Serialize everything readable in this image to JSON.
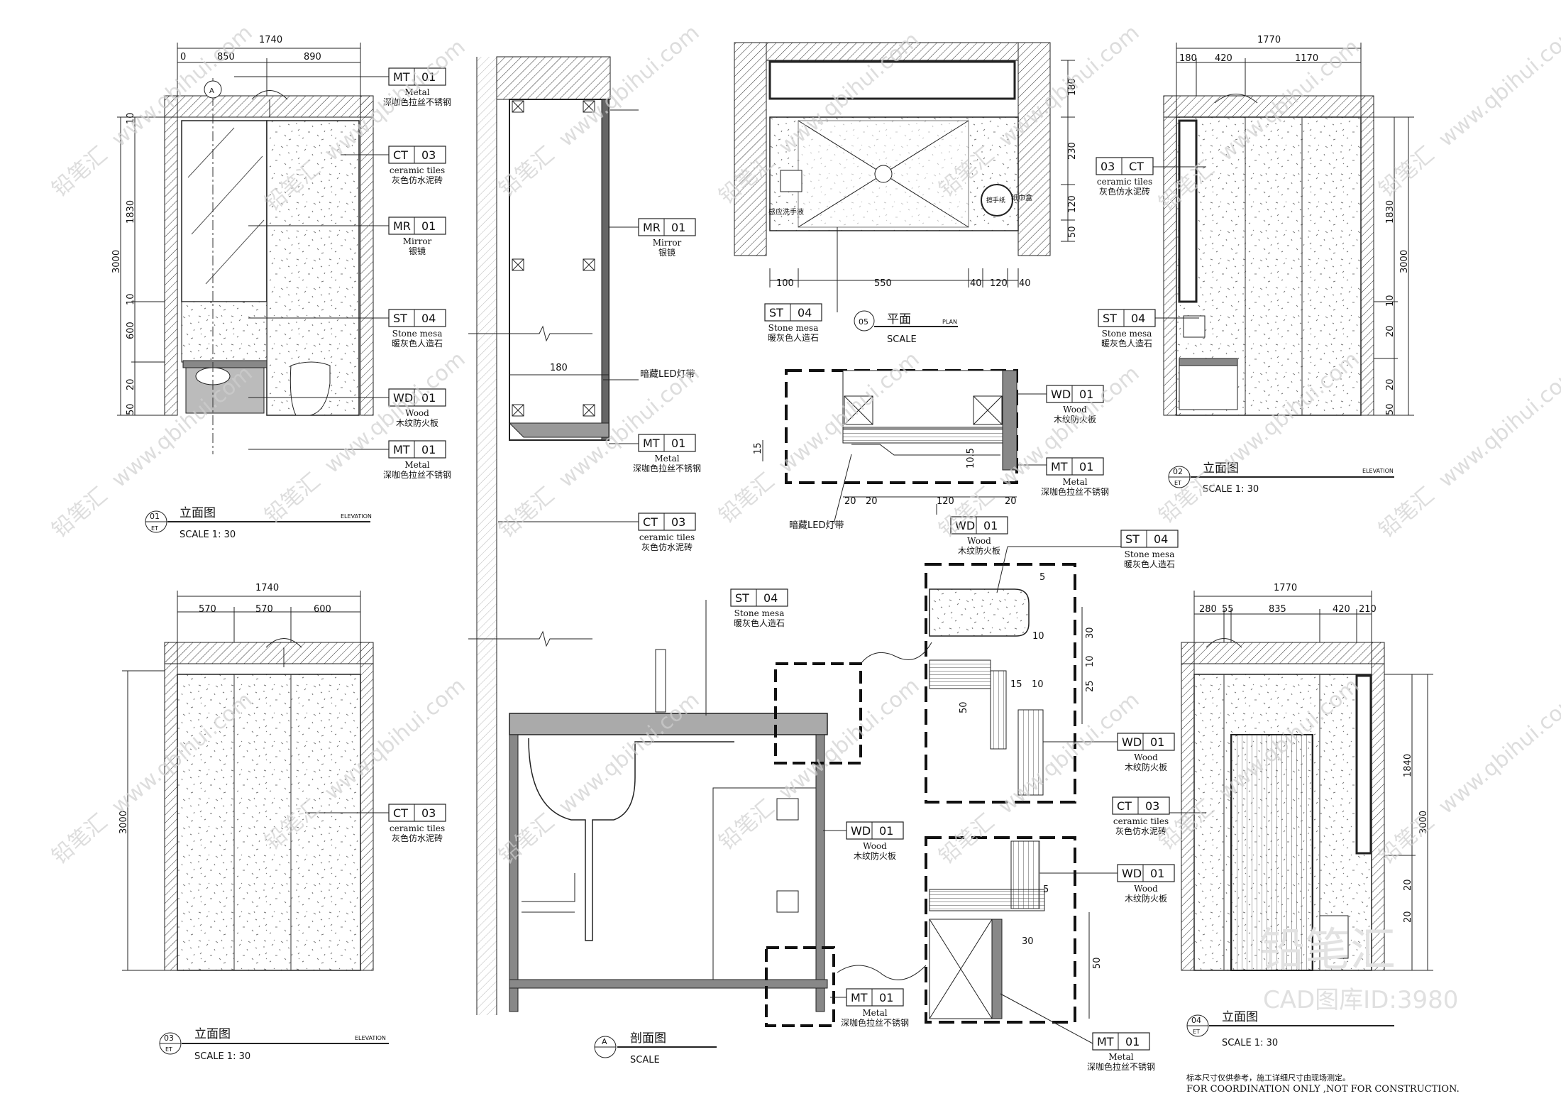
{
  "sheet": {
    "views": {
      "v01": {
        "title": "立面图",
        "subtitle": "ELEVATION",
        "scale": "SCALE  1: 30",
        "num": "01",
        "ref": "ET",
        "dims": {
          "total": "1740",
          "d1": "0",
          "d2": "850",
          "d3": "890",
          "h_total": "3000",
          "h1": "1830",
          "h2": "10",
          "h3": "600",
          "h4": "20",
          "h5": "50",
          "h6": "10"
        }
      },
      "v02": {
        "title": "立面图",
        "subtitle": "ELEVATION",
        "scale": "SCALE  1: 30",
        "num": "02",
        "ref": "ET",
        "dims": {
          "total": "1770",
          "d1": "180",
          "d2": "420",
          "d3": "1170",
          "h_total": "3000",
          "h1": "1830",
          "h2": "10",
          "h3": "20",
          "h4": "20",
          "h5": "50"
        }
      },
      "v03": {
        "title": "立面图",
        "subtitle": "ELEVATION",
        "scale": "SCALE  1: 30",
        "num": "03",
        "ref": "ET",
        "dims": {
          "total": "1740",
          "d1": "570",
          "d2": "570",
          "d3": "600",
          "h_total": "3000"
        }
      },
      "v04": {
        "title": "立面图",
        "subtitle": "ELEVATION",
        "scale": "SCALE  1: 30",
        "num": "04",
        "ref": "ET",
        "dims": {
          "total": "1770",
          "d1": "280",
          "d2": "55",
          "d3": "835",
          "d4": "420",
          "d5": "210",
          "h_total": "3000",
          "h1": "1840",
          "h2": "20",
          "h3": "20"
        }
      },
      "v05": {
        "title": "平面",
        "subtitle": "PLAN",
        "scale": "SCALE",
        "num": "05",
        "dims": {
          "d1": "100",
          "d2": "550",
          "d3": "40",
          "d4": "120",
          "d5": "40",
          "h1": "180",
          "h2": "230",
          "h3": "120",
          "h4": "50"
        },
        "notes": {
          "sink": "感应洗手液",
          "paper": "擦手纸",
          "bin": "纸巾盒"
        }
      },
      "vA": {
        "title": "剖面图",
        "scale": "SCALE",
        "num": "A",
        "note_led": "暗藏LED灯带",
        "dim_180": "180"
      },
      "detail1": {
        "led": "暗藏LED灯带",
        "dims": {
          "a": "15",
          "b": "20",
          "c": "20",
          "d": "120",
          "e": "20",
          "f": "10.5"
        }
      },
      "detail2": {
        "dims": {
          "a": "5",
          "b": "10",
          "c": "15",
          "d": "10",
          "e": "50",
          "f": "30",
          "g": "10",
          "h": "25"
        }
      },
      "detail3": {
        "dims": {
          "a": "5",
          "b": "30",
          "c": "50"
        }
      }
    },
    "tags": {
      "mt01": {
        "code": "MT",
        "num": "01",
        "en": "Metal",
        "cn": "深咖色拉丝不锈钢"
      },
      "ct03": {
        "code": "CT",
        "num": "03",
        "en": "ceramic tiles",
        "cn": "灰色仿水泥砖"
      },
      "mr01": {
        "code": "MR",
        "num": "01",
        "en": "Mirror",
        "cn": "银镜"
      },
      "st04": {
        "code": "ST",
        "num": "04",
        "en": "Stone mesa",
        "cn": "暖灰色人造石"
      },
      "wd01": {
        "code": "WD",
        "num": "01",
        "en": "Wood",
        "cn": "木纹防火板"
      },
      "ct03r": {
        "code": "03",
        "num": "CT",
        "en": "ceramic tiles",
        "cn": "灰色仿水泥砖"
      }
    },
    "footer": {
      "note_cn": "标本尺寸仅供参考，施工详细尺寸由现场测定。",
      "note_en": "FOR COORDINATION ONLY ,NOT FOR CONSTRUCTION."
    },
    "watermark": {
      "url": "www.qbihui.com",
      "cn": "铅笔汇",
      "brand": "铅笔汇",
      "brand_sub": "CAD图库ID:3980"
    }
  }
}
